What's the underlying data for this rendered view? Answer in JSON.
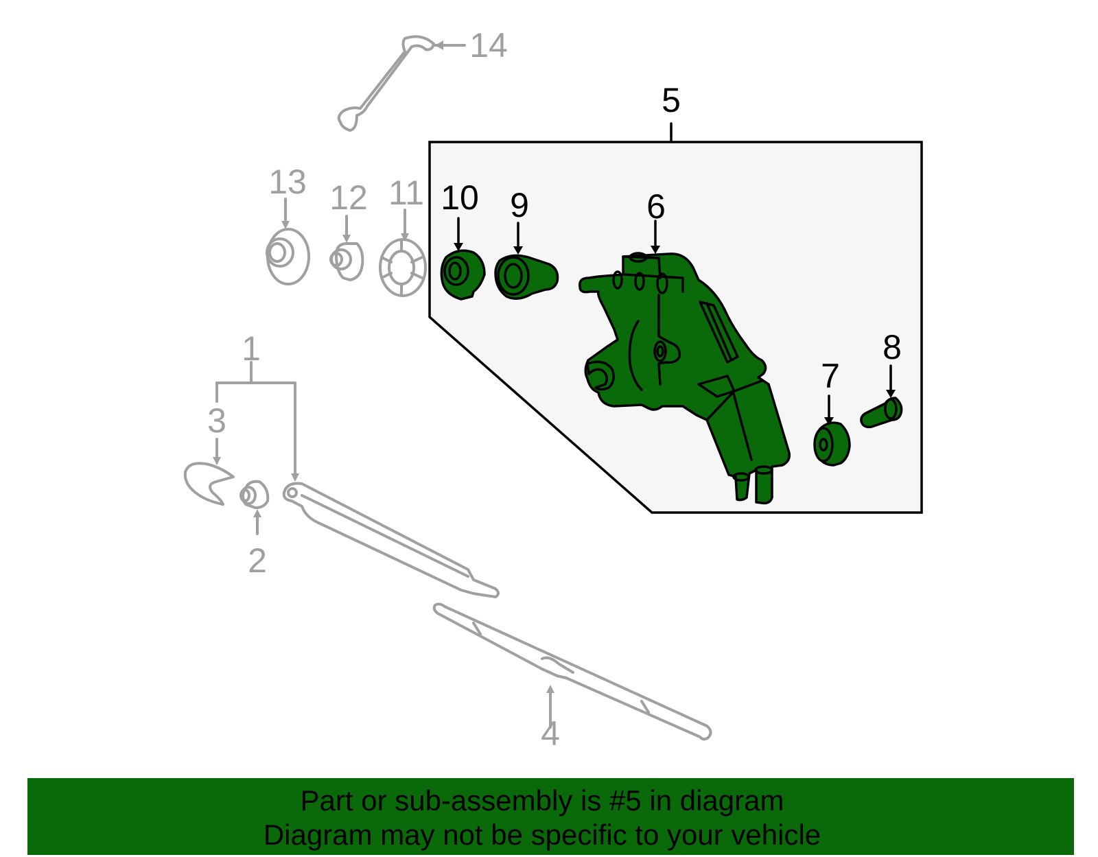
{
  "callouts": {
    "c1": "1",
    "c2": "2",
    "c3": "3",
    "c4": "4",
    "c5": "5",
    "c6": "6",
    "c7": "7",
    "c8": "8",
    "c9": "9",
    "c10": "10",
    "c11": "11",
    "c12": "12",
    "c13": "13",
    "c14": "14"
  },
  "colors": {
    "highlight": "#0a6a0a",
    "ghost": "#a0a0a0",
    "panel": "#f6f6f6"
  },
  "banner": {
    "line1": "Part or sub-assembly is #5 in diagram",
    "line2": "Diagram may not be specific to your vehicle"
  }
}
